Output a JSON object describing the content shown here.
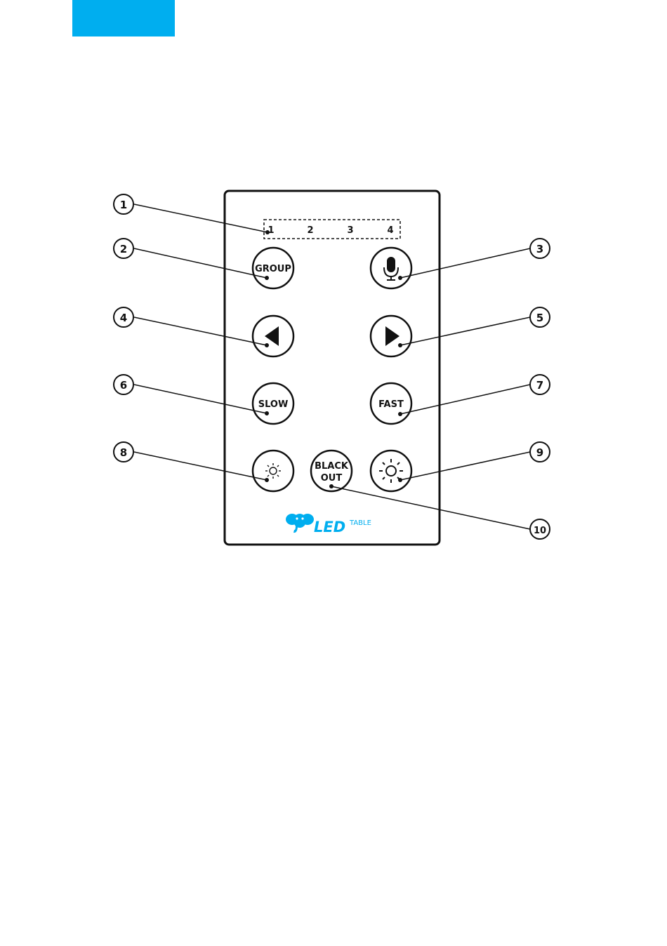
{
  "colors": {
    "accent": "#00aeef",
    "ink": "#111111"
  },
  "remote": {
    "led_indicators": [
      "1",
      "2",
      "3",
      "4"
    ],
    "buttons": {
      "group": "GROUP",
      "mic": "microphone-icon",
      "prev": "arrow-left-icon",
      "next": "arrow-right-icon",
      "slow": "SLOW",
      "fast": "FAST",
      "dim": "brightness-down-icon",
      "bright": "brightness-up-icon",
      "blackout_line1": "BLACK",
      "blackout_line2": "OUT"
    },
    "logo": {
      "icon": "elephant-icon",
      "brand": "LED",
      "suffix": "TABLE"
    }
  },
  "callouts": [
    "1",
    "2",
    "3",
    "4",
    "5",
    "6",
    "7",
    "8",
    "9",
    "10"
  ]
}
